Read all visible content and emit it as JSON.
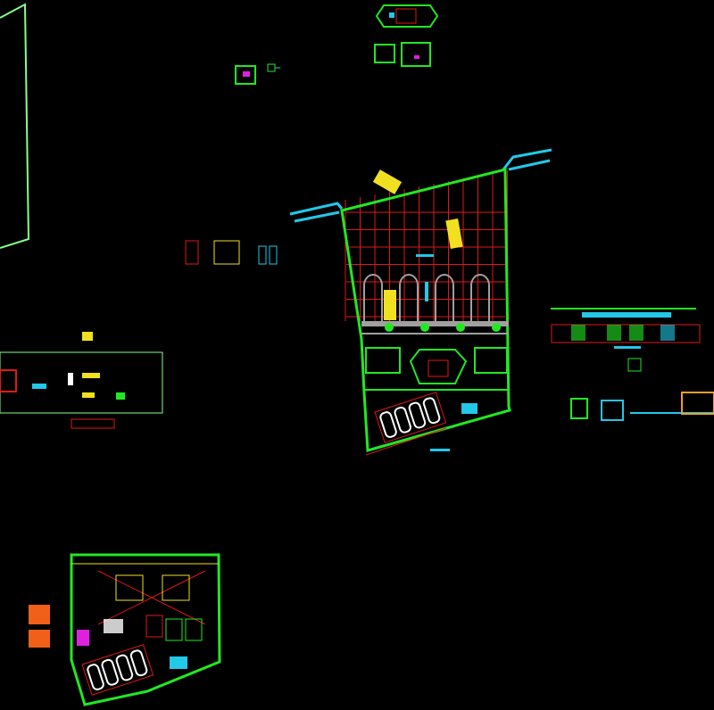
{
  "canvas": {
    "background": "#000000"
  },
  "colors": {
    "boundary": "#22e822",
    "grid": "#e01818",
    "road": "#22c8e8",
    "vehicle": "#f0e020",
    "structure": "#a0a0a0",
    "accent_magenta": "#e020e0",
    "frame": "#88ff88",
    "white": "#ffffff"
  },
  "drawing": {
    "main_site_plan": {
      "grid_cols": 11,
      "grid_rows": 6,
      "arches": 4,
      "trees": 4,
      "parking_spaces": 4
    },
    "lower_floor_plan": {
      "parking_spaces": 4
    }
  }
}
